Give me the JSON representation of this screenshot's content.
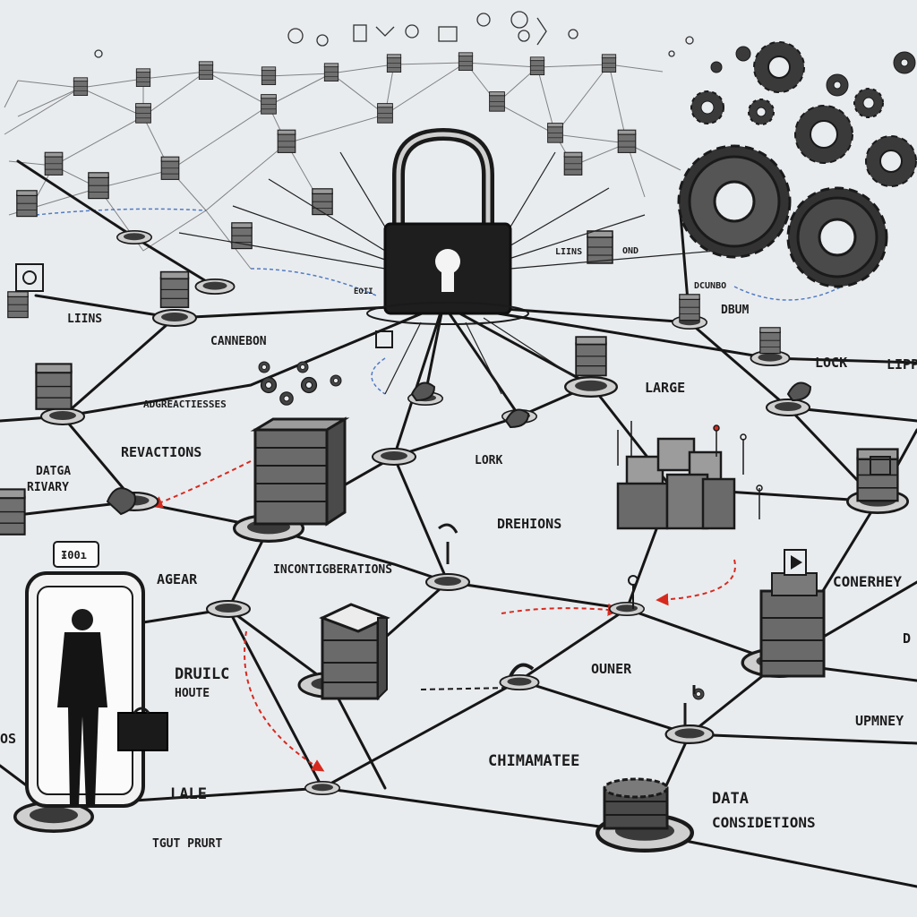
{
  "scene": {
    "description_free": true,
    "palette": {
      "paper": "#e9ecef",
      "ink": "#1a1a1a",
      "server_fill": "#6f6f6f",
      "red_arrow": "#d62a1f",
      "blue_dash": "#2b5fb8",
      "gear_dark": "#3b3b3b"
    },
    "labels": {
      "lins": "LIINS",
      "cannebon": "CANNEBON",
      "adgreactiesses": "ADGREACTIESSES",
      "revactions": "REVACTIONS",
      "datga_rivary": "DATGA\nRIVARY",
      "agear": "AGEAR",
      "incontigberations": "INCONTIGBERATIONS",
      "lork": "LORK",
      "dreihions": "DREHIONS",
      "druilc_houte": "DRUILC\nHOUTE",
      "lale": "LALE",
      "tgut_prurt": "TGUT PRURT",
      "chimamatee": "CHIMAMATEE",
      "ouner": "OUNER",
      "data_consdetions": "DATA\nCONSIDETIONS",
      "large": "LARGE",
      "lock": "LOCK",
      "lipp": "LIPP",
      "dbum": "DBUM",
      "conerhey": "CONERHEY",
      "upmney": "UPMNEY",
      "os": "OS",
      "lings": "LIINS",
      "ond": "OND",
      "dcunbo": "DCUNBO",
      "eoii": "EOII",
      "d_right": "D",
      "icon_bubble": "Ɨ00ı"
    }
  }
}
